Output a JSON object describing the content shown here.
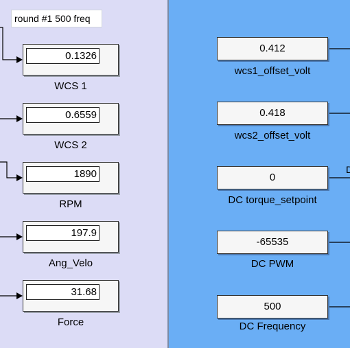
{
  "note": "round #1 500 freq",
  "displays": [
    {
      "value": "0.1326",
      "label": "WCS 1"
    },
    {
      "value": "0.6559",
      "label": "WCS 2"
    },
    {
      "value": "1890",
      "label": "RPM"
    },
    {
      "value": "197.9",
      "label": "Ang_Velo"
    },
    {
      "value": "31.68",
      "label": "Force"
    }
  ],
  "constants": [
    {
      "value": "0.412",
      "label": "wcs1_offset_volt"
    },
    {
      "value": "0.418",
      "label": "wcs2_offset_volt"
    },
    {
      "value": "0",
      "label": "DC torque_setpoint"
    },
    {
      "value": "-65535",
      "label": "DC PWM"
    },
    {
      "value": "500",
      "label": "DC Frequency"
    }
  ],
  "edge_glyph": "D",
  "colors": {
    "left_bg": "#dcdcf6",
    "right_bg": "#6aaef5"
  }
}
